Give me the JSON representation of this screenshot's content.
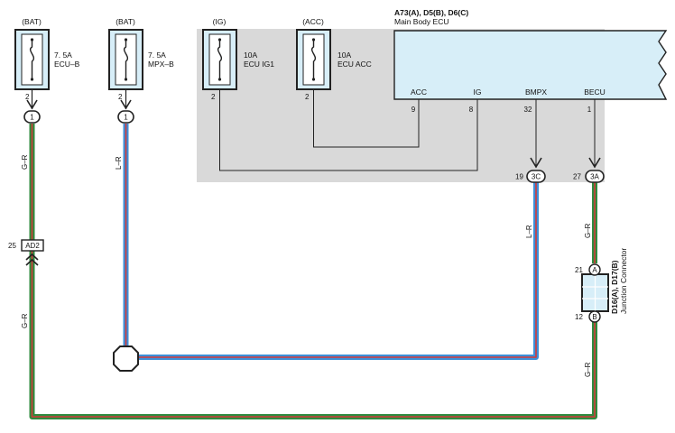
{
  "diagram": {
    "fuses": [
      {
        "id": "ecu_b",
        "source": "(BAT)",
        "amp": "7. 5A",
        "name": "ECU–B",
        "pin": "2"
      },
      {
        "id": "mpx_b",
        "source": "(BAT)",
        "amp": "7. 5A",
        "name": "MPX–B",
        "pin": "2"
      },
      {
        "id": "ecu_ig1",
        "source": "(IG)",
        "amp": "10A",
        "name": "ECU IG1",
        "pin": "2"
      },
      {
        "id": "ecu_acc",
        "source": "(ACC)",
        "amp": "10A",
        "name": "ECU ACC",
        "pin": "2"
      }
    ],
    "ecu": {
      "code": "A73(A), D5(B), D6(C)",
      "name": "Main Body ECU",
      "terminals": [
        {
          "label": "ACC",
          "pin": "9"
        },
        {
          "label": "IG",
          "pin": "8"
        },
        {
          "label": "BMPX",
          "pin": "32"
        },
        {
          "label": "BECU",
          "pin": "1"
        }
      ]
    },
    "connectors": {
      "c1_left": "1",
      "c1_right": "1",
      "j3c_label": "3C",
      "j3c_pin": "19",
      "j3a_label": "3A",
      "j3a_pin": "27",
      "ad2_label": "AD2",
      "ad2_pin": "25",
      "jA_label": "A",
      "jA_pin": "21",
      "jB_label": "B",
      "jB_pin": "12"
    },
    "junction": {
      "code": "D16(A), D17(B)",
      "name": "Junction Connector"
    },
    "wires": {
      "gr": "G–R",
      "lr": "L–R"
    },
    "colors": {
      "green": "#2e8b3e",
      "red": "#d23a3a",
      "blue": "#3c8fd8",
      "shade": "#d9d9d9",
      "ecu_fill": "#d7eef8"
    }
  }
}
